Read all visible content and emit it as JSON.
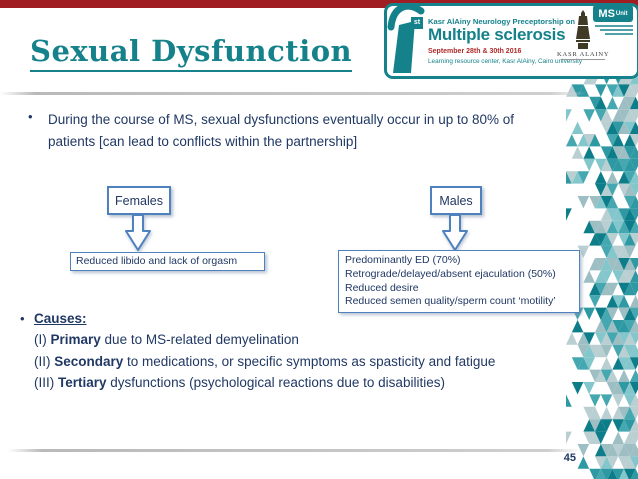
{
  "slide": {
    "title": "Sexual Dysfunction",
    "page_number": "45"
  },
  "header": {
    "edition_number": "1",
    "edition_suffix": "st",
    "line1": "Kasr AlAiny Neurology Preceptorship on",
    "line2": "Multiple sclerosis",
    "dates": "September 28th & 30th 2016",
    "venue": "Learning resource center, Kasr AlAiny, Cairo university",
    "kasr_alainy_label": "KASR ALAINY",
    "ms_unit": {
      "ms": "MS",
      "unit": "Unit"
    }
  },
  "bullet1": {
    "text": "During the course of MS, sexual dysfunctions eventually occur in up to 80% of patients [can lead to conflicts within the partnership]"
  },
  "diagram": {
    "females_label": "Females",
    "males_label": "Males",
    "females_result": "Reduced libido and lack of orgasm",
    "males_results": [
      "Predominantly ED (70%)",
      "Retrograde/delayed/absent ejaculation (50%)",
      "Reduced desire",
      "Reduced semen quality/sperm count  ‘motility’"
    ]
  },
  "causes": {
    "heading": "Causes:",
    "items": [
      {
        "prefix": "(I) ",
        "term": "Primary",
        "rest": " due to MS-related demyelination"
      },
      {
        "prefix": "(II) ",
        "term": "Secondary",
        "rest": " to medications, or specific symptoms as spasticity and fatigue"
      },
      {
        "prefix": "(III) ",
        "term": "Tertiary",
        "rest": " dysfunctions (psychological reactions due to disabilities)"
      }
    ]
  },
  "ui": {
    "bullet_char": "•"
  },
  "colors": {
    "accent_teal": "#15828b",
    "navy_text": "#203864",
    "box_border_blue": "#4f81bd",
    "top_bar_red": "#a01d22",
    "date_red": "#b02a2a",
    "tower_dark": "#3e3a25",
    "triangle_palette": [
      "#0d7d89",
      "#2e99a3",
      "#83c6cb",
      "#b9cfd2",
      "#45a7b0",
      "#9dbfc3"
    ]
  }
}
